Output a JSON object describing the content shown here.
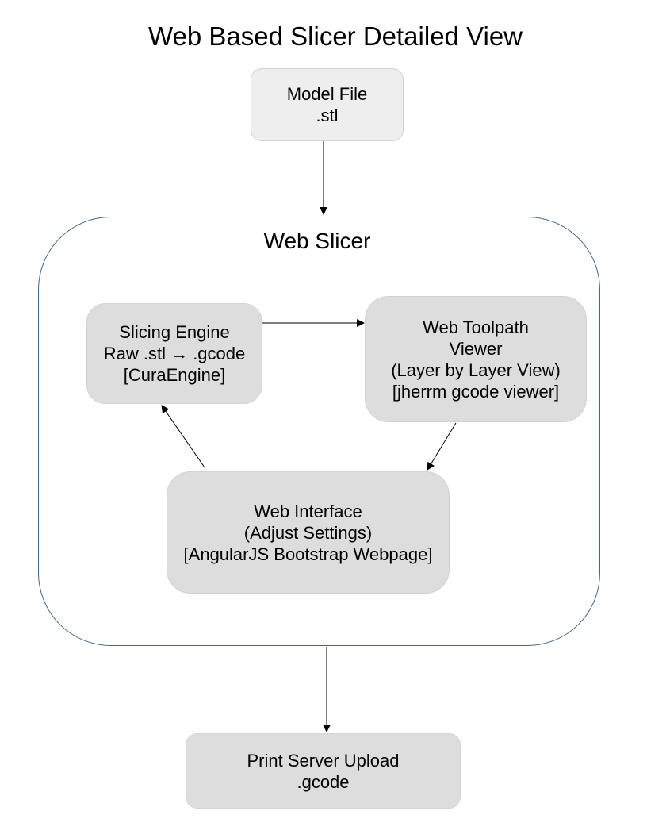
{
  "diagram": {
    "title": "Web Based Slicer Detailed View",
    "container_label": "Web Slicer",
    "nodes": {
      "model_file": {
        "lines": [
          "Model File",
          ".stl"
        ]
      },
      "slicing_engine": {
        "lines": [
          "Slicing Engine",
          "Raw .stl → .gcode",
          "[CuraEngine]"
        ]
      },
      "toolpath_viewer": {
        "lines": [
          "Web Toolpath",
          "Viewer",
          "(Layer by Layer View)",
          "[jherrm gcode viewer]"
        ]
      },
      "web_interface": {
        "lines": [
          "Web Interface",
          "(Adjust Settings)",
          "[AngularJS Bootstrap Webpage]"
        ]
      },
      "print_server": {
        "lines": [
          "Print Server Upload",
          ".gcode"
        ]
      }
    },
    "edges": [
      {
        "from": "model_file",
        "to": "web_slicer"
      },
      {
        "from": "slicing_engine",
        "to": "toolpath_viewer"
      },
      {
        "from": "toolpath_viewer",
        "to": "web_interface"
      },
      {
        "from": "web_interface",
        "to": "slicing_engine"
      },
      {
        "from": "web_slicer",
        "to": "print_server"
      }
    ],
    "colors": {
      "node_fill": "#dddddd",
      "input_node_fill": "#eeeeee",
      "container_border": "#3a6795",
      "edge": "#000000"
    }
  }
}
